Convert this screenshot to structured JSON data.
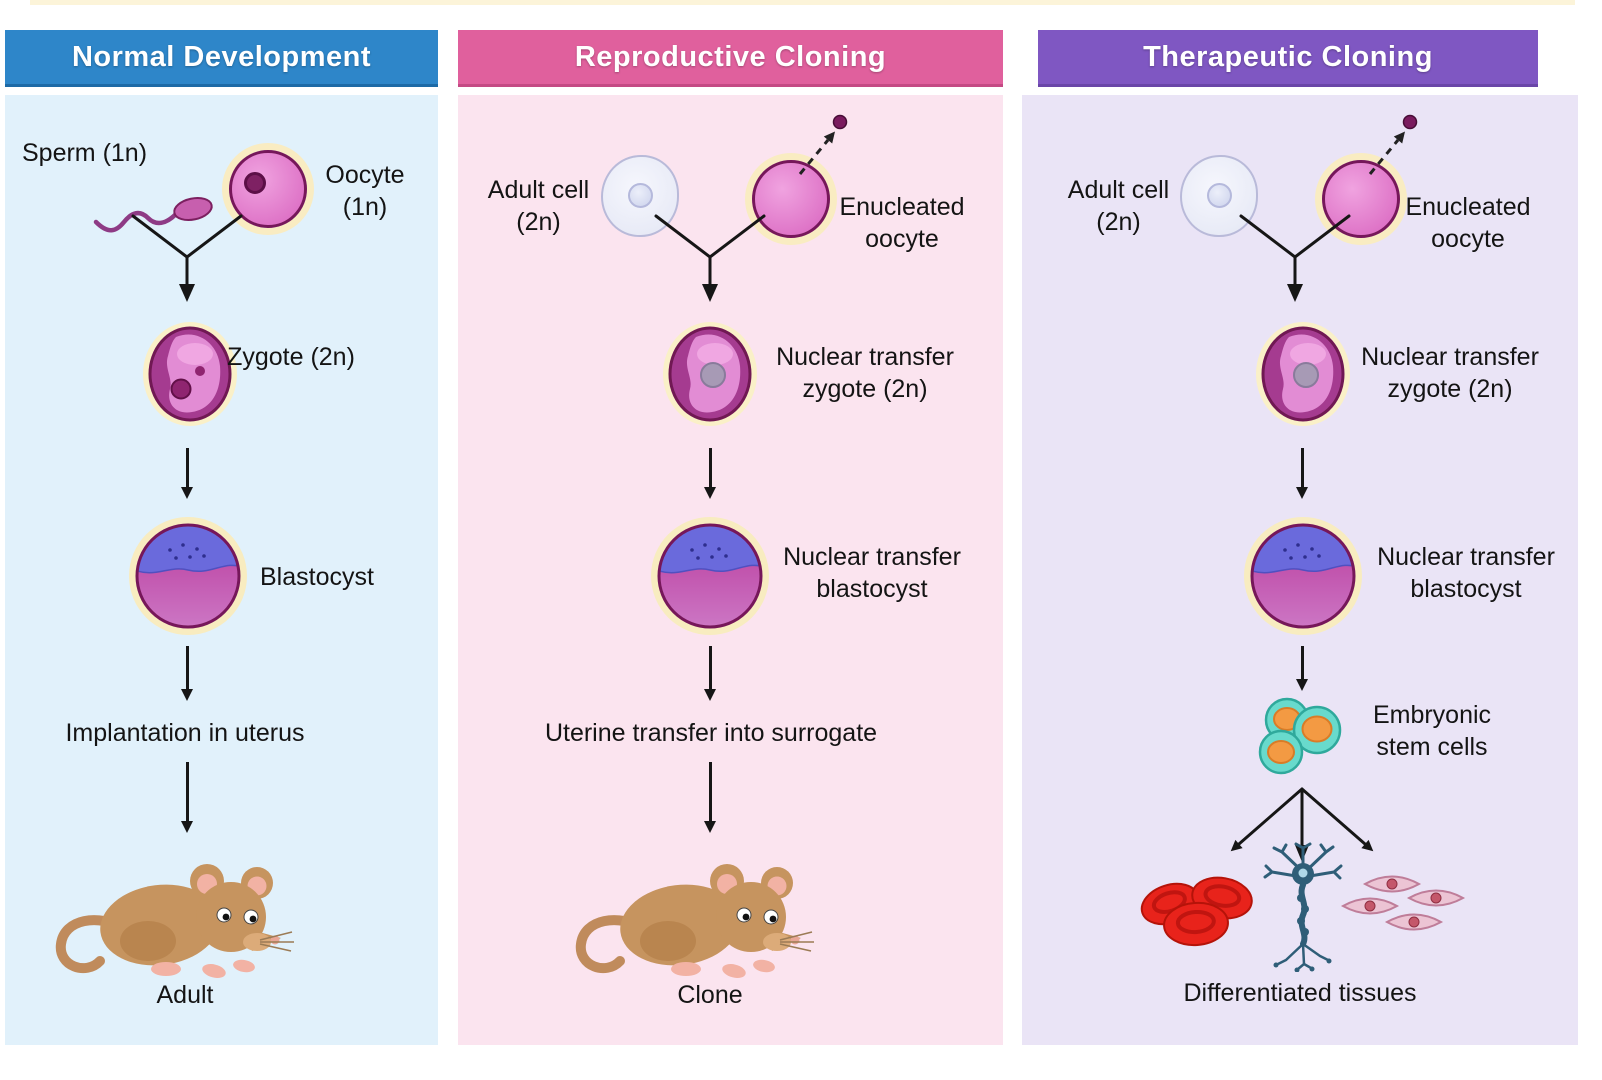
{
  "page": {
    "background": "#ffffff",
    "top_accent_strip": "#fcf4d9",
    "arrow_color": "#161616"
  },
  "columns": [
    {
      "header": "Normal Development",
      "header_bg": "#2e86c9",
      "panel_bg": "#e1f1fb",
      "labels": {
        "sperm": "Sperm (1n)",
        "oocyte": "Oocyte (1n)",
        "zygote": "Zygote (2n)",
        "blastocyst": "Blastocyst",
        "step": "Implantation in uterus",
        "result": "Adult"
      },
      "illustrations": [
        "sperm-icon",
        "oocyte-icon",
        "zygote-icon",
        "blastocyst-icon",
        "mouse-icon"
      ]
    },
    {
      "header": "Reproductive Cloning",
      "header_bg": "#e0609d",
      "panel_bg": "#fbe4ef",
      "labels": {
        "adult_cell": "Adult cell (2n)",
        "enucleated_oocyte": "Enucleated oocyte",
        "nt_zygote": "Nuclear transfer zygote (2n)",
        "nt_blastocyst": "Nuclear transfer blastocyst",
        "step": "Uterine transfer into surrogate",
        "result": "Clone"
      },
      "illustrations": [
        "adult-cell-icon",
        "enucleated-oocyte-icon",
        "removed-nucleus-icon",
        "nt-zygote-icon",
        "nt-blastocyst-icon",
        "mouse-icon"
      ]
    },
    {
      "header": "Therapeutic Cloning",
      "header_bg": "#7f57c2",
      "panel_bg": "#eae4f6",
      "labels": {
        "adult_cell": "Adult cell (2n)",
        "enucleated_oocyte": "Enucleated oocyte",
        "nt_zygote": "Nuclear transfer zygote (2n)",
        "nt_blastocyst": "Nuclear transfer blastocyst",
        "stem_cells": "Embryonic stem cells",
        "result": "Differentiated tissues"
      },
      "illustrations": [
        "adult-cell-icon",
        "enucleated-oocyte-icon",
        "removed-nucleus-icon",
        "nt-zygote-icon",
        "nt-blastocyst-icon",
        "stem-cells-icon",
        "red-blood-cells-icon",
        "neuron-icon",
        "muscle-cells-icon"
      ]
    }
  ]
}
